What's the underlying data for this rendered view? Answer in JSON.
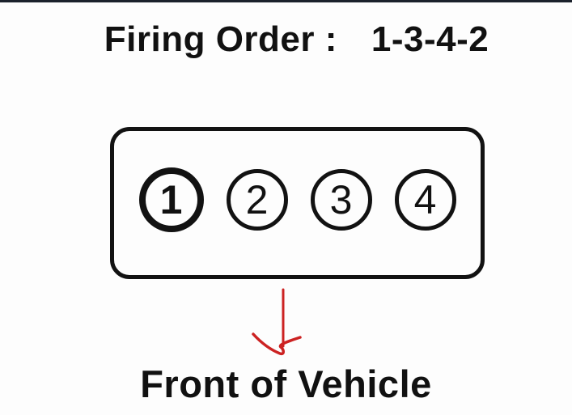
{
  "page": {
    "background": "#fdfdfd",
    "top_border_color": "#1b222c",
    "text_color": "#111111"
  },
  "title": {
    "label": "Firing Order :",
    "value": "1-3-4-2"
  },
  "cylinders": [
    {
      "number": "1",
      "emphasized": true
    },
    {
      "number": "2",
      "emphasized": false
    },
    {
      "number": "3",
      "emphasized": false
    },
    {
      "number": "4",
      "emphasized": false
    }
  ],
  "arrow": {
    "icon": "down-arrow-icon",
    "direction": "down",
    "color": "#cc2222"
  },
  "footer": {
    "label": "Front of Vehicle"
  }
}
